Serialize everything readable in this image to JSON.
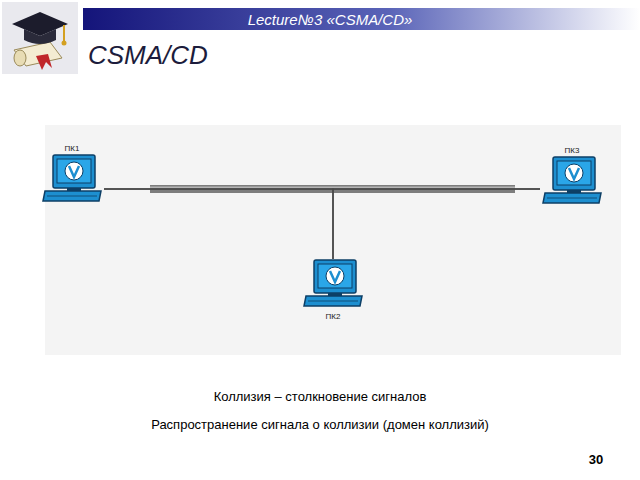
{
  "diagram": {
    "title": "CSMA/CD",
    "nodes": [
      {
        "text": [
          "ПК1"
        ]
      },
      {
        "text": [
          "ПК3"
        ]
      },
      {
        "text": [
          "ПК2"
        ]
      }
    ],
    "edges": [
      {
        "from": 0,
        "to": 1,
        "arrow": "none"
      },
      {
        "from": 0,
        "to": 2,
        "arrow": "none"
      },
      {
        "from": 1,
        "to": 2,
        "arrow": "none"
      }
    ],
    "labels": [
      "Lecture№3 «CSMA/CD»",
      "Коллизия – столкновение сигналов",
      "Распространение сигнала о коллизии (домен коллизий)",
      "30"
    ]
  }
}
